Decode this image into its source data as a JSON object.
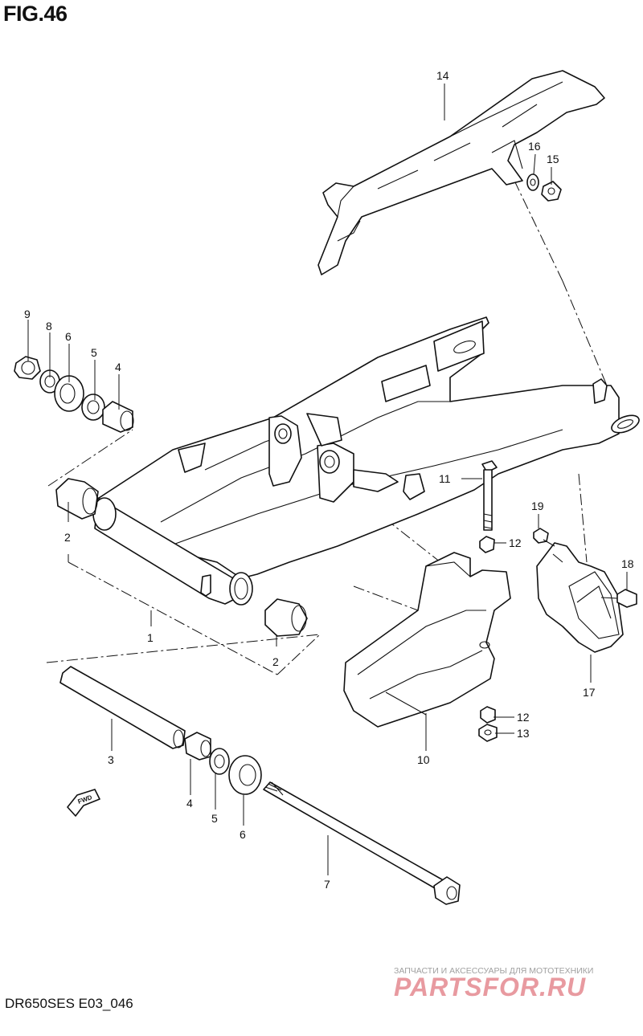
{
  "figure": {
    "title": "FIG.46",
    "code": "DR650SES E03_046"
  },
  "callouts": [
    {
      "id": "c1",
      "label": "1"
    },
    {
      "id": "c2a",
      "label": "2"
    },
    {
      "id": "c2b",
      "label": "2"
    },
    {
      "id": "c3",
      "label": "3"
    },
    {
      "id": "c4a",
      "label": "4"
    },
    {
      "id": "c4b",
      "label": "4"
    },
    {
      "id": "c5a",
      "label": "5"
    },
    {
      "id": "c5b",
      "label": "5"
    },
    {
      "id": "c6a",
      "label": "6"
    },
    {
      "id": "c6b",
      "label": "6"
    },
    {
      "id": "c7",
      "label": "7"
    },
    {
      "id": "c8",
      "label": "8"
    },
    {
      "id": "c9",
      "label": "9"
    },
    {
      "id": "c10",
      "label": "10"
    },
    {
      "id": "c11",
      "label": "11"
    },
    {
      "id": "c12a",
      "label": "12"
    },
    {
      "id": "c12b",
      "label": "12"
    },
    {
      "id": "c13",
      "label": "13"
    },
    {
      "id": "c14",
      "label": "14"
    },
    {
      "id": "c15",
      "label": "15"
    },
    {
      "id": "c16",
      "label": "16"
    },
    {
      "id": "c17",
      "label": "17"
    },
    {
      "id": "c18",
      "label": "18"
    },
    {
      "id": "c19",
      "label": "19"
    }
  ],
  "direction_marker": {
    "label": "FWD"
  },
  "watermark": {
    "subtitle": "ЗАПЧАСТИ И АКСЕССУАРЫ ДЛЯ МОТОТЕХНИКИ",
    "brand": "PARTSFOR.RU"
  }
}
